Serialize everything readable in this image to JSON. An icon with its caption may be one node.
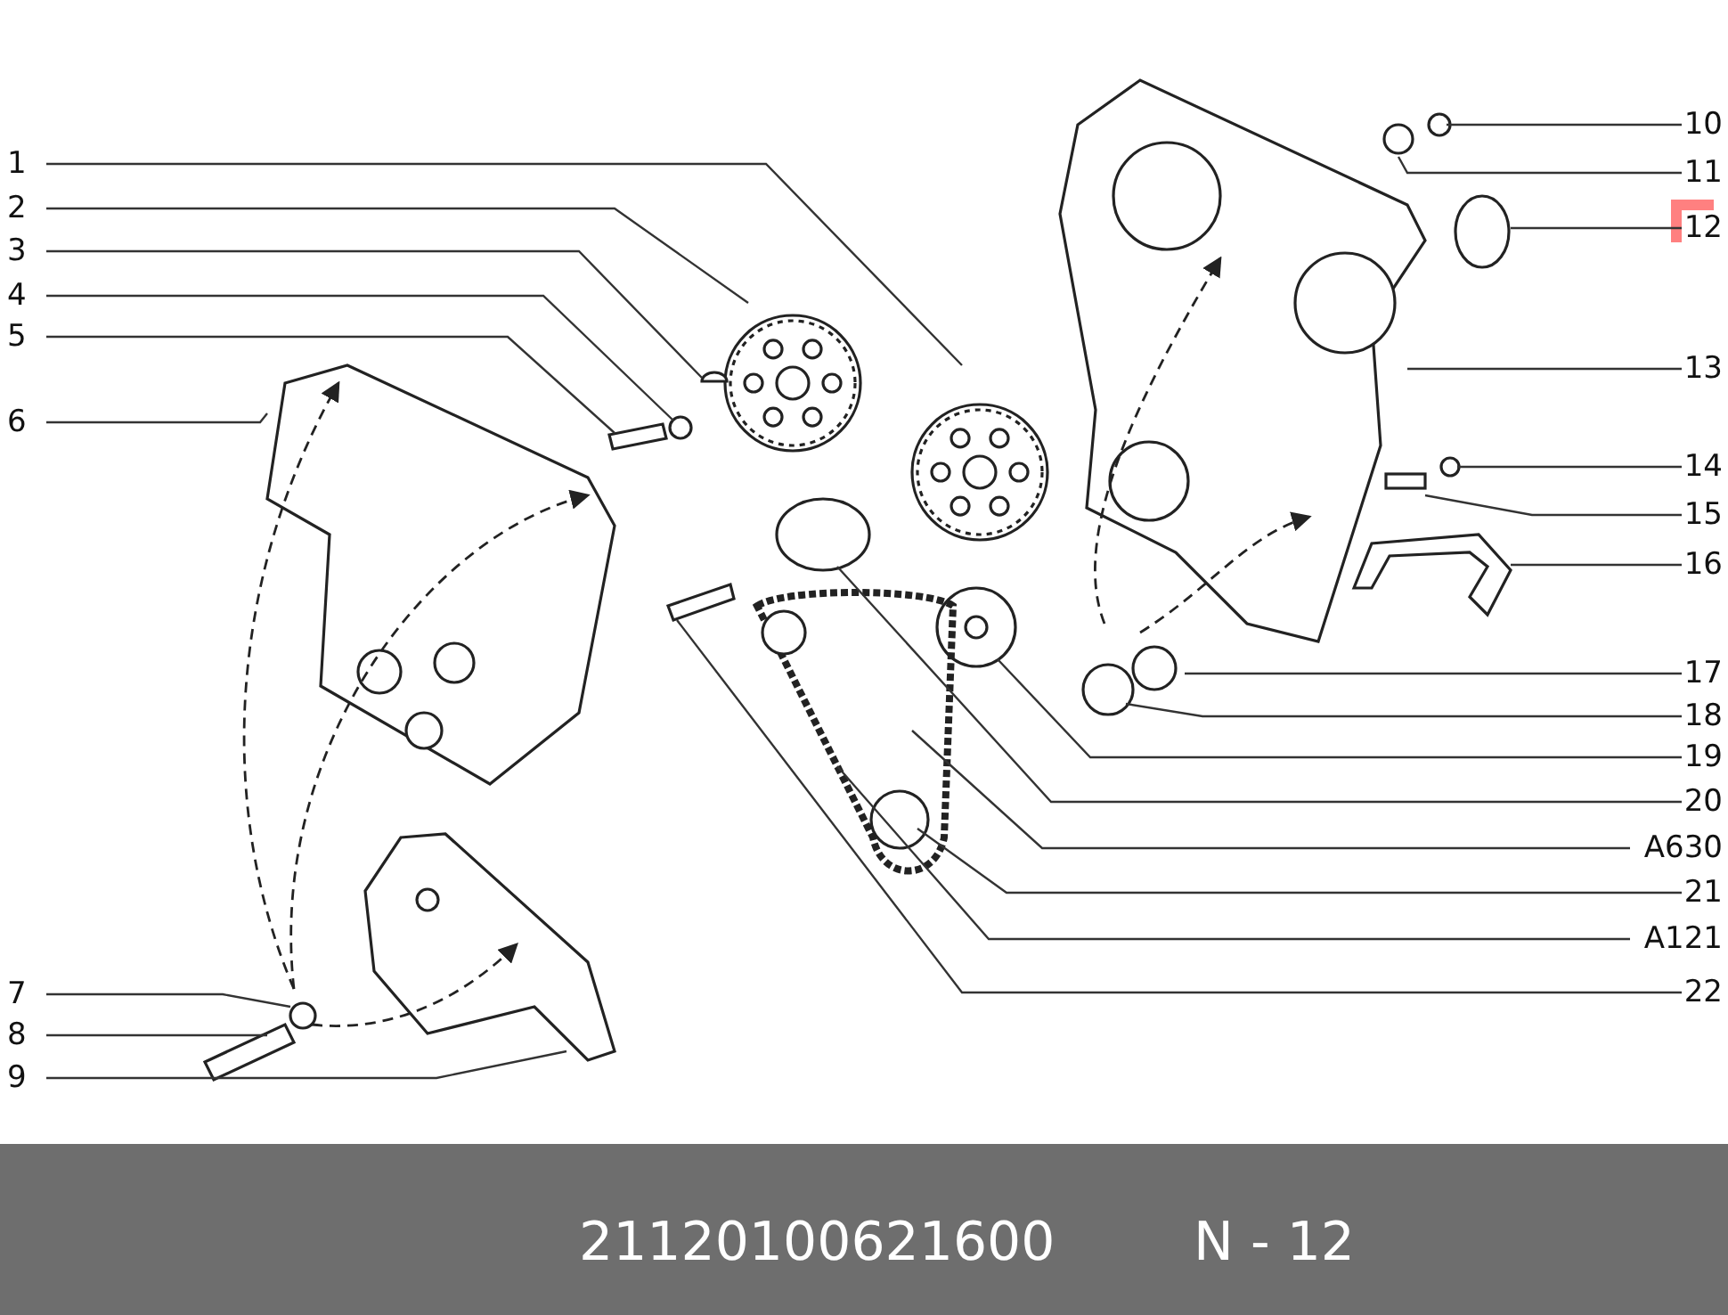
{
  "diagram": {
    "nodes": [
      {
        "text": [
          "1"
        ]
      },
      {
        "text": [
          "2"
        ]
      },
      {
        "text": [
          "3"
        ]
      },
      {
        "text": [
          "4"
        ]
      },
      {
        "text": [
          "5"
        ]
      },
      {
        "text": [
          "6"
        ]
      },
      {
        "text": [
          "7"
        ]
      },
      {
        "text": [
          "8"
        ]
      },
      {
        "text": [
          "9"
        ]
      },
      {
        "text": [
          "10"
        ]
      },
      {
        "text": [
          "11"
        ]
      },
      {
        "text": [
          "12"
        ]
      },
      {
        "text": [
          "13"
        ]
      },
      {
        "text": [
          "14"
        ]
      },
      {
        "text": [
          "15"
        ]
      },
      {
        "text": [
          "16"
        ]
      },
      {
        "text": [
          "17"
        ]
      },
      {
        "text": [
          "18"
        ]
      },
      {
        "text": [
          "19"
        ]
      },
      {
        "text": [
          "20"
        ]
      },
      {
        "text": [
          "A630"
        ]
      },
      {
        "text": [
          "21"
        ]
      },
      {
        "text": [
          "A121"
        ]
      },
      {
        "text": [
          "22"
        ]
      }
    ],
    "edges": [
      {
        "from": 0,
        "to": null,
        "arrow": "none"
      },
      {
        "from": 1,
        "to": null,
        "arrow": "none"
      },
      {
        "from": 2,
        "to": null,
        "arrow": "none"
      },
      {
        "from": 3,
        "to": null,
        "arrow": "none"
      },
      {
        "from": 4,
        "to": null,
        "arrow": "none"
      },
      {
        "from": 5,
        "to": null,
        "arrow": "none"
      },
      {
        "from": 6,
        "to": null,
        "arrow": "none"
      },
      {
        "from": 7,
        "to": null,
        "arrow": "none"
      },
      {
        "from": 8,
        "to": null,
        "arrow": "none"
      },
      {
        "from": 9,
        "to": null,
        "arrow": "none"
      },
      {
        "from": 10,
        "to": null,
        "arrow": "none"
      },
      {
        "from": 11,
        "to": null,
        "arrow": "none"
      },
      {
        "from": 12,
        "to": null,
        "arrow": "none"
      },
      {
        "from": 13,
        "to": null,
        "arrow": "none"
      },
      {
        "from": 14,
        "to": null,
        "arrow": "none"
      },
      {
        "from": 15,
        "to": null,
        "arrow": "none"
      },
      {
        "from": 16,
        "to": null,
        "arrow": "none"
      },
      {
        "from": 17,
        "to": null,
        "arrow": "none"
      },
      {
        "from": 18,
        "to": null,
        "arrow": "none"
      },
      {
        "from": 19,
        "to": null,
        "arrow": "none"
      },
      {
        "from": 20,
        "to": null,
        "arrow": "none"
      },
      {
        "from": 21,
        "to": null,
        "arrow": "none"
      },
      {
        "from": 22,
        "to": null,
        "arrow": "none"
      },
      {
        "from": 23,
        "to": null,
        "arrow": "none"
      }
    ],
    "labels": [
      "21120100621600",
      "N - 12"
    ]
  }
}
